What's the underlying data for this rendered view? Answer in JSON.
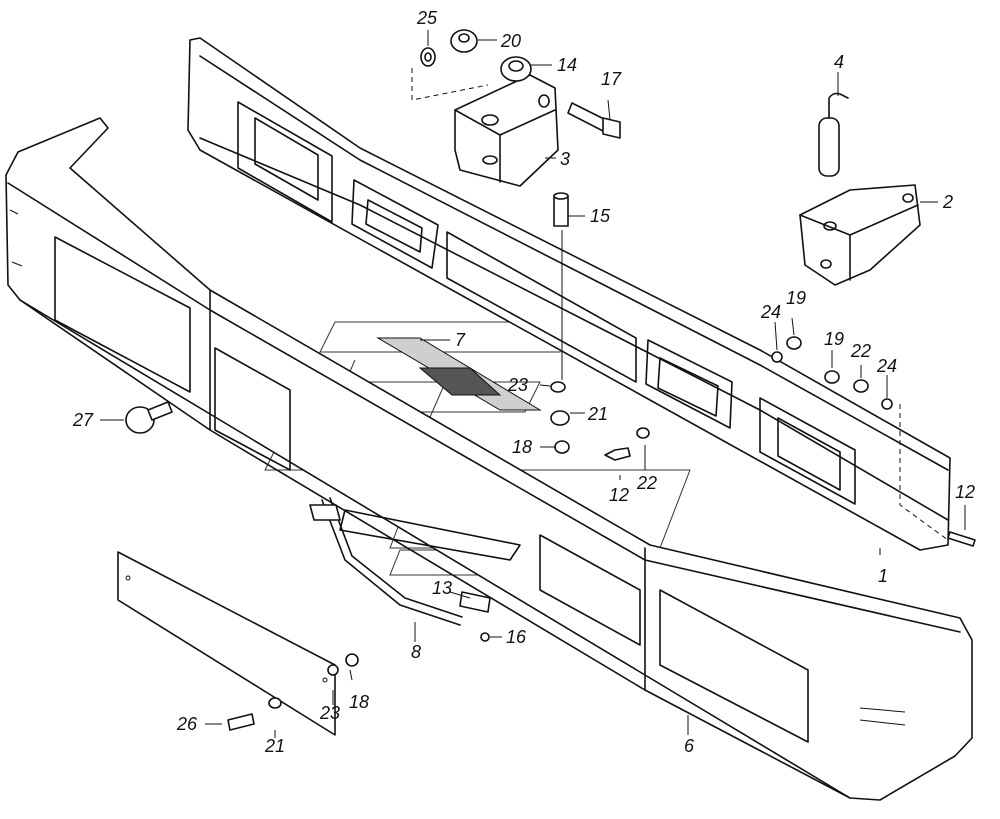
{
  "labels": {
    "l1": "1",
    "l2": "2",
    "l3": "3",
    "l4": "4",
    "l6": "6",
    "l7": "7",
    "l8": "8",
    "l12a": "12",
    "l12b": "12",
    "l13": "13",
    "l14": "14",
    "l15": "15",
    "l16": "16",
    "l17": "17",
    "l18a": "18",
    "l18b": "18",
    "l19a": "19",
    "l19b": "19",
    "l20": "20",
    "l21a": "21",
    "l21b": "21",
    "l22a": "22",
    "l22b": "22",
    "l23a": "23",
    "l23b": "23",
    "l24a": "24",
    "l24b": "24",
    "l25": "25",
    "l26": "26",
    "l27": "27"
  },
  "colors": {
    "line": "#111111",
    "background": "#ffffff"
  },
  "icons": {
    "watermark": "manufacturer-logo-watermark"
  }
}
